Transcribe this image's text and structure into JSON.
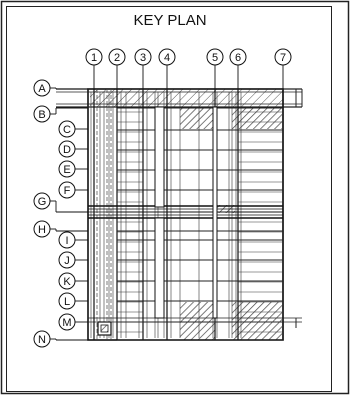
{
  "title": "KEY PLAN",
  "column_grid": [
    "1",
    "2",
    "3",
    "4",
    "5",
    "6",
    "7"
  ],
  "row_grid": [
    "A",
    "B",
    "C",
    "D",
    "E",
    "F",
    "G",
    "H",
    "I",
    "J",
    "K",
    "L",
    "M",
    "N"
  ]
}
